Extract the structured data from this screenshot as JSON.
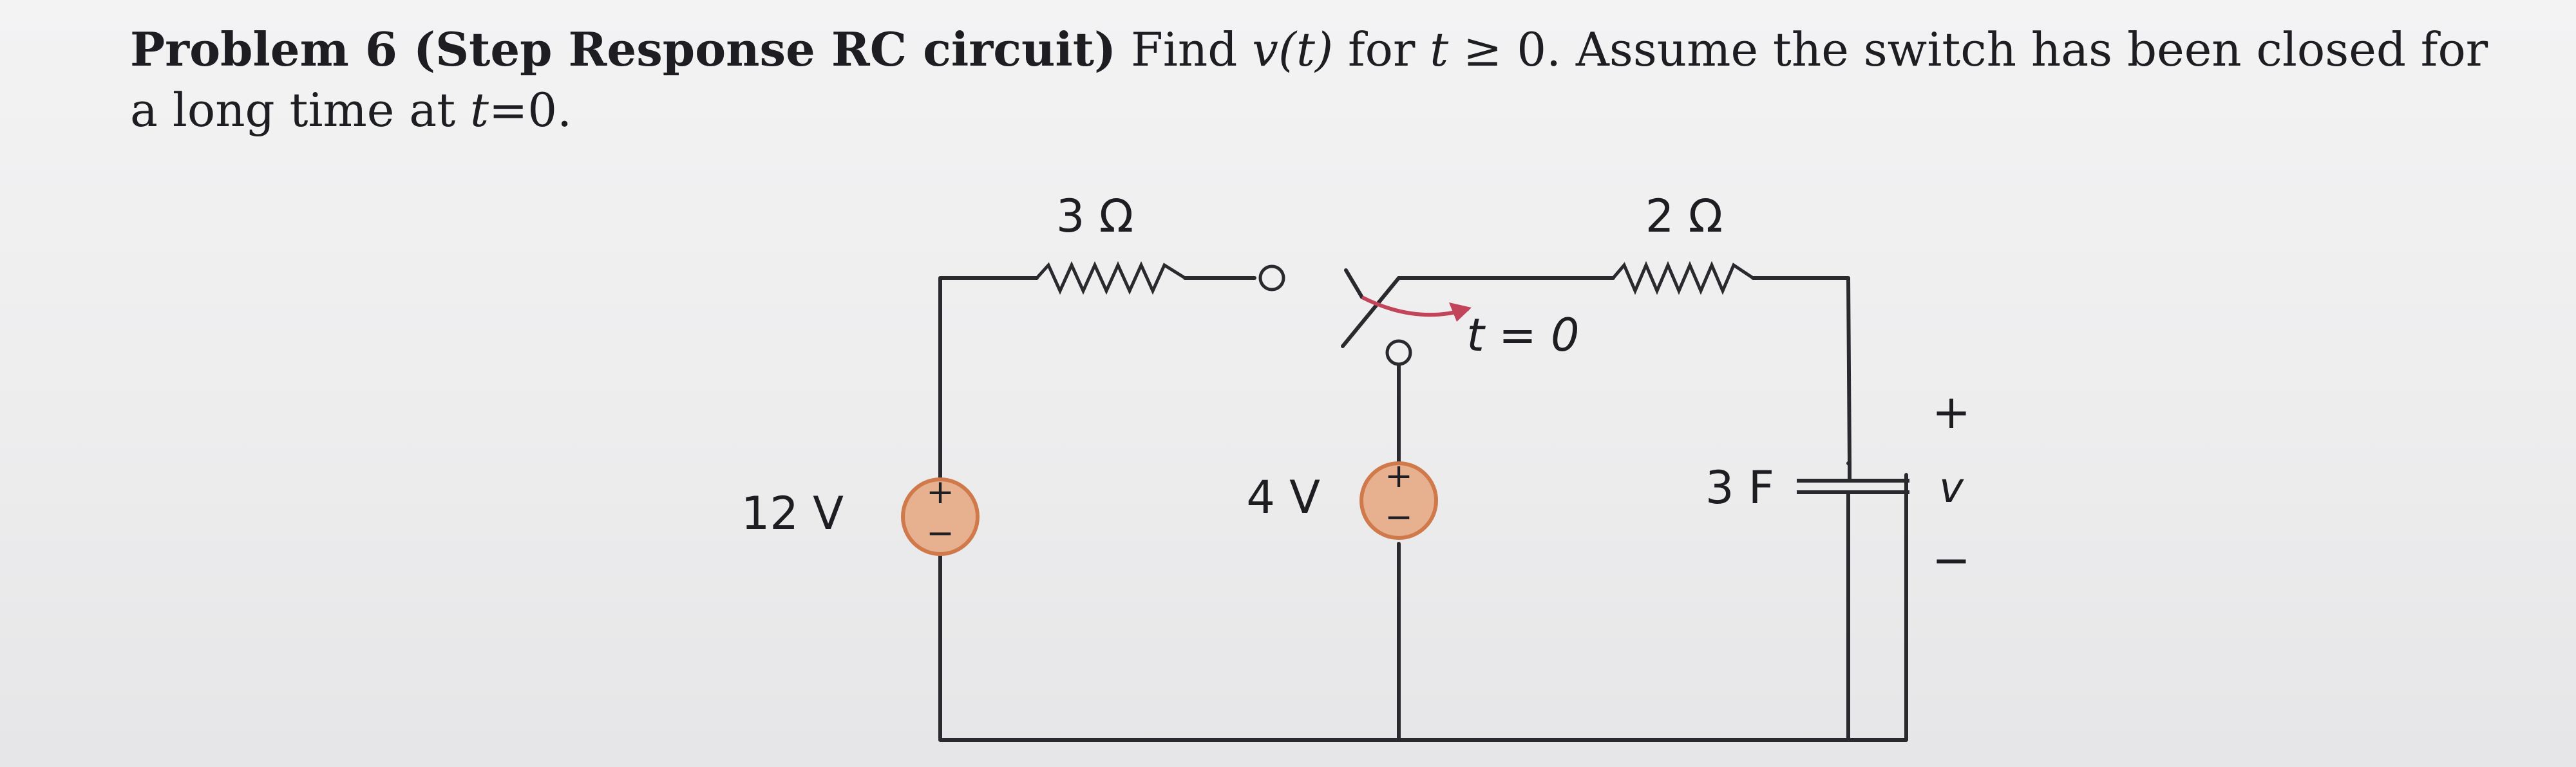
{
  "problem": {
    "heading": "Problem 6 (Step Response RC circuit)",
    "prefix": " Find ",
    "v_of_t": "v(t)",
    "for_text": " for ",
    "t_var": "t",
    "cond": " ≥ 0",
    "rest": ". Assume the switch has been closed for a long time at ",
    "t0": "t",
    "t0_eq": "=0."
  },
  "circuit": {
    "r1_label": "3 Ω",
    "r2_label": "2 Ω",
    "switch_label": "t = 0",
    "source1_label": "12 V",
    "source2_label": "4 V",
    "cap_label": "3 F",
    "plus_sign": "+",
    "minus_sign": "−",
    "v_label": "v",
    "source_plus": "+",
    "source_minus": "−",
    "colors": {
      "source_fill": "#e7b08f",
      "source_stroke": "#d07a4c",
      "wire": "#2a2a2e",
      "switch_arrow": "#c2445a"
    }
  }
}
